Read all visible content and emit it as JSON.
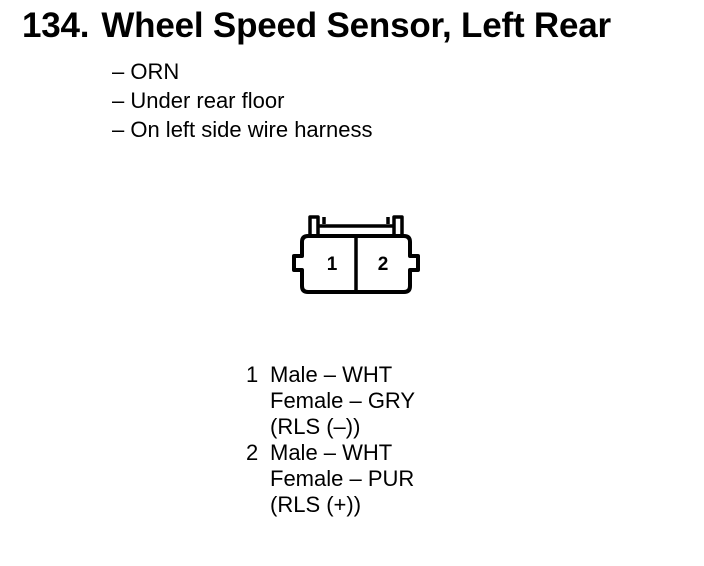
{
  "title": {
    "number": "134.",
    "text": "Wheel Speed Sensor, Left Rear"
  },
  "notes": [
    "– ORN",
    "– Under rear floor",
    "– On left side wire harness"
  ],
  "connector": {
    "pin_labels": [
      "1",
      "2"
    ]
  },
  "pins": [
    {
      "number": "1",
      "male": "Male – WHT",
      "female": "Female – GRY",
      "signal": "(RLS (–))"
    },
    {
      "number": "2",
      "male": "Male – WHT",
      "female": "Female – PUR",
      "signal": "(RLS (+))"
    }
  ]
}
